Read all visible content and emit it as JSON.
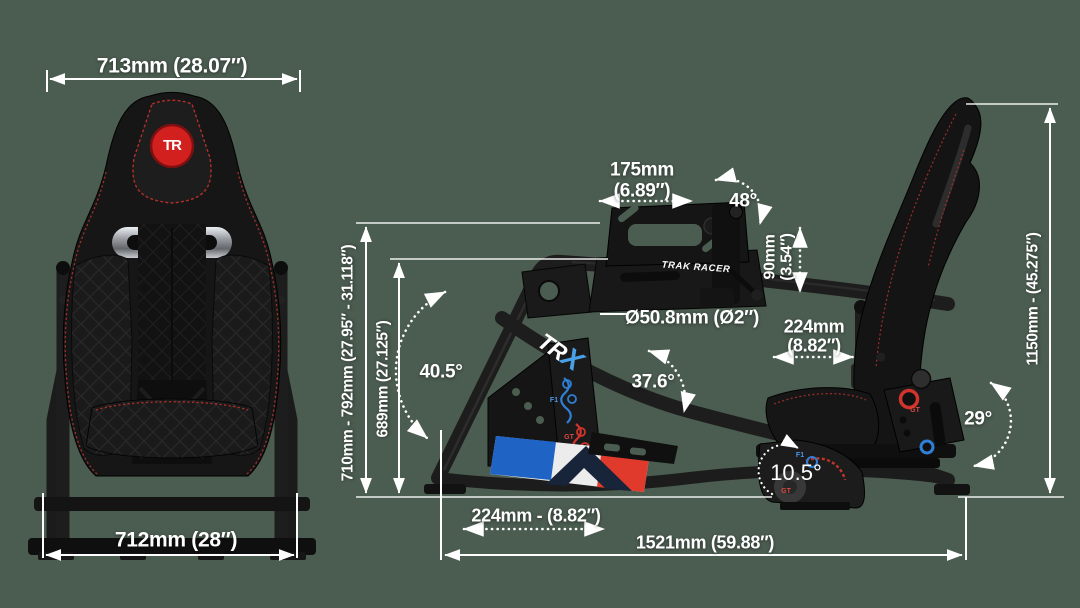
{
  "canvas": {
    "background": "#4b5c50"
  },
  "colors": {
    "dimension_lines": "#ffffff",
    "frame": "#1d1d1d",
    "logo_red": "#d2201f",
    "accent_blue": "#2f7fd6",
    "accent_red": "#d0342c",
    "trx_x_blue": "#4aa0e6"
  },
  "front_view": {
    "width_top": "713mm (28.07″)",
    "width_bottom": "712mm (28″)",
    "headrest_logo": "TR"
  },
  "side_view": {
    "brand_text": "TRAK RACER",
    "frame_logo_tr": "TR",
    "frame_logo_x": "X",
    "monitor_mount_width": {
      "line1": "175mm",
      "line2": "(6.89″)"
    },
    "monitor_mount_angle": "48°",
    "monitor_mount_height": {
      "line1": "90mm",
      "line2": "(3.54″)"
    },
    "tube_diameter": "Ø50.8mm (Ø2″)",
    "seat_back_depth": {
      "line1": "224mm",
      "line2": "(8.82″)"
    },
    "front_hoop_angle": "40.5°",
    "wheel_deck_angle": "37.6°",
    "wheel_height_range": "710mm - 792mm (27.95″ - 31.118″)",
    "deck_height": "689mm (27.125″)",
    "overall_height": "1150mm - (45.275″)",
    "shifter_angle": "29°",
    "seat_base_angle": "10.5°",
    "front_section_length": "224mm - (8.82″)",
    "overall_length": "1521mm (59.88″)",
    "pedal_mount_f1": "F1",
    "pedal_mount_gt": "GT",
    "seat_plate_f1": "F1",
    "seat_plate_gt": "GT",
    "shifter_mount_gt": "GT"
  }
}
